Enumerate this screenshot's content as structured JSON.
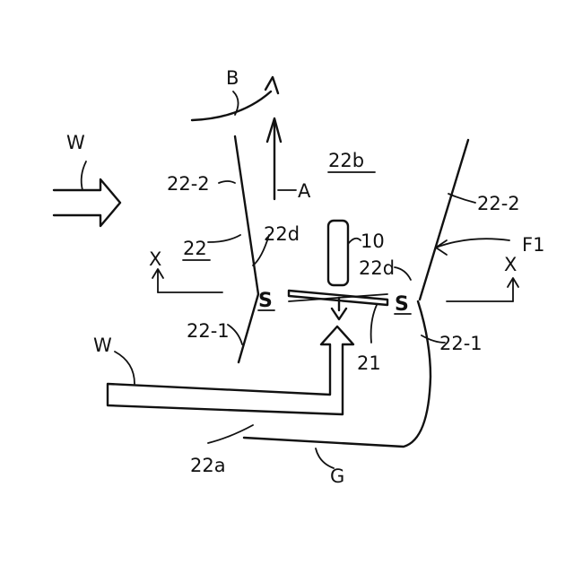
{
  "labels": {
    "W_top": "W",
    "B": "B",
    "A": "A",
    "22b": "22b",
    "22_2_left": "22-2",
    "22_2_right": "22-2",
    "22": "22",
    "22d_left": "22d",
    "22d_right": "22d",
    "10": "10",
    "F1": "F1",
    "X_left": "X",
    "X_right": "X",
    "S_left": "S",
    "S_right": "S",
    "22_1_left": "22-1",
    "22_1_right": "22-1",
    "W_bottom": "W",
    "21": "21",
    "22a": "22a",
    "G": "G"
  }
}
